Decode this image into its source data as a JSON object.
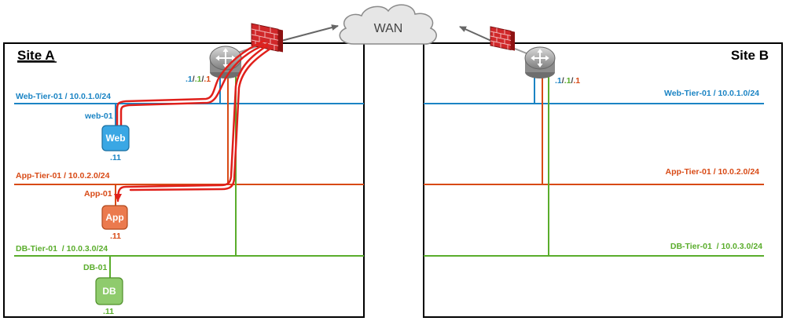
{
  "colors": {
    "web": "#1b84c4",
    "app": "#d84a16",
    "db": "#5aad2c",
    "flow": "#e0201b",
    "web_vm_fill": "#3aa7e4",
    "app_vm_fill": "#eb7a4e",
    "db_vm_fill": "#8fcb6d",
    "firewall": "#d0282a",
    "router": "#9a9a9a",
    "cloud": "#e6e6e6"
  },
  "wan": {
    "label": "WAN",
    "icon": "cloud-icon"
  },
  "site_a": {
    "title": "Site A",
    "router_ips": [
      ".1",
      "/",
      ".1",
      "/",
      ".1"
    ],
    "networks": {
      "web": "Web-Tier-01 / 10.0.1.0/24",
      "app": "App-Tier-01 / 10.0.2.0/24",
      "db": "DB-Tier-01  / 10.0.3.0/24"
    },
    "vms": {
      "web": {
        "name": "web-01",
        "label": "Web",
        "ip": ".11",
        "icon": "vm-icon"
      },
      "app": {
        "name": "App-01",
        "label": "App",
        "ip": ".11",
        "icon": "vm-icon"
      },
      "db": {
        "name": "DB-01",
        "label": "DB",
        "ip": ".11",
        "icon": "vm-icon"
      }
    },
    "icons": {
      "router": "router-icon",
      "firewall": "firewall-icon"
    }
  },
  "site_b": {
    "title": "Site B",
    "router_ips": [
      ".1",
      "/",
      ".1",
      "/",
      ".1"
    ],
    "networks": {
      "web": "Web-Tier-01 / 10.0.1.0/24",
      "app": "App-Tier-01 / 10.0.2.0/24",
      "db": "DB-Tier-01  / 10.0.3.0/24"
    },
    "icons": {
      "router": "router-icon",
      "firewall": "firewall-icon"
    }
  }
}
